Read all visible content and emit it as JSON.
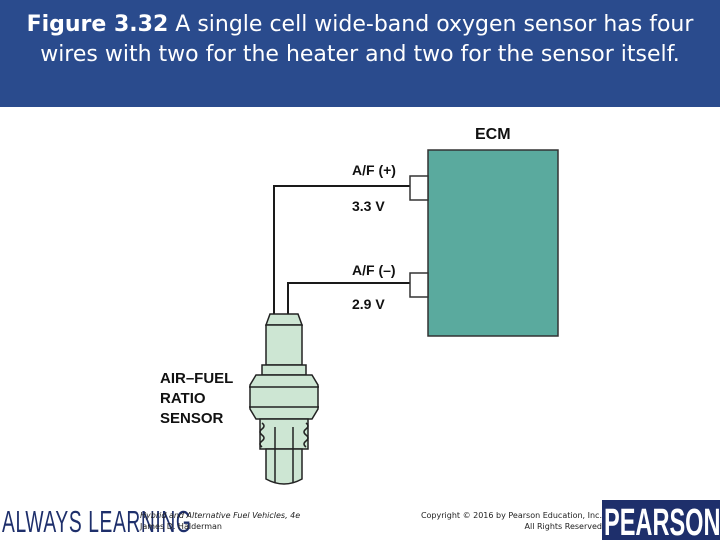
{
  "header": {
    "figure_label": "Figure 3.32",
    "caption": "A single cell wide-band oxygen sensor has four wires with two for the heater and two for the sensor itself.",
    "background": "#2a4b8d"
  },
  "diagram": {
    "ecm_label": "ECM",
    "ecm_color": "#5aaa9e",
    "af_plus_label": "A/F (+)",
    "af_plus_voltage": "3.3 V",
    "af_minus_label": "A/F (–)",
    "af_minus_voltage": "2.9 V",
    "sensor_label_lines": [
      "AIR–FUEL",
      "RATIO",
      "SENSOR"
    ],
    "sensor_color": "#cde6d3"
  },
  "footer": {
    "brand_left": "ALWAYS LEARNING",
    "book_title": "Hybrid and Alternative Fuel Vehicles, 4e",
    "book_author": "James D. Halderman",
    "copyright_line1": "Copyright © 2016 by Pearson Education, Inc.",
    "copyright_line2": "All Rights Reserved",
    "brand_right": "PEARSON"
  }
}
